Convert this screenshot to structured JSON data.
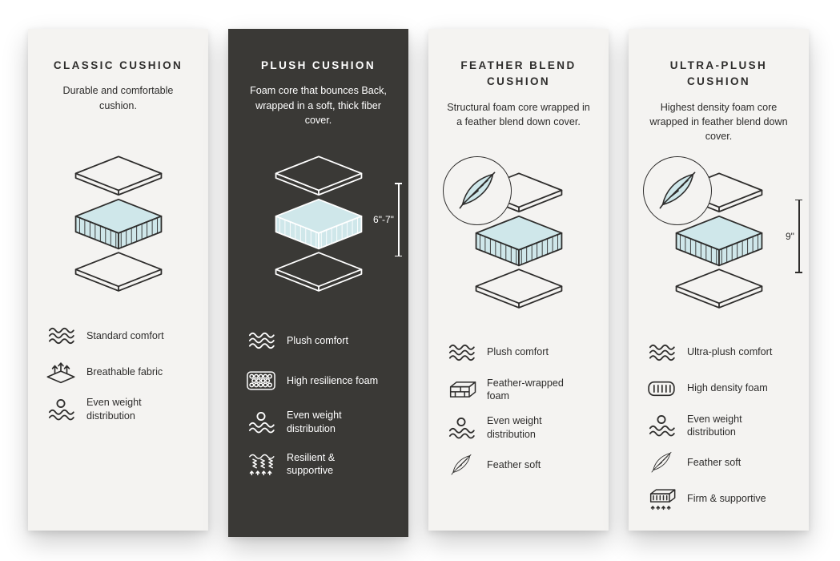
{
  "colors": {
    "page_bg": "#ffffff",
    "card_light": "#f4f3f1",
    "card_dark": "#3a3936",
    "foam_blue": "#cfe7ea",
    "ink": "#2e2d2c"
  },
  "cards": [
    {
      "title": "CLASSIC CUSHION",
      "description": "Durable and comfortable cushion.",
      "theme": "light",
      "illustration": {
        "graphic": "layered-cushion",
        "feather_badge": false,
        "measure": ""
      },
      "features": [
        {
          "icon": "waves-icon",
          "label": "Standard comfort"
        },
        {
          "icon": "breathable-fabric-icon",
          "label": "Breathable fabric"
        },
        {
          "icon": "even-weight-icon",
          "label": "Even weight distribution"
        }
      ]
    },
    {
      "title": "PLUSH CUSHION",
      "description": "Foam core that bounces Back, wrapped in a soft, thick fiber cover.",
      "theme": "dark",
      "illustration": {
        "graphic": "layered-cushion",
        "feather_badge": false,
        "measure": "6\"-7\""
      },
      "features": [
        {
          "icon": "waves-icon",
          "label": "Plush comfort"
        },
        {
          "icon": "foam-cells-icon",
          "label": "High resilience foam"
        },
        {
          "icon": "even-weight-icon",
          "label": "Even weight distribution"
        },
        {
          "icon": "springs-icon",
          "label": "Resilient & supportive"
        }
      ]
    },
    {
      "title": "FEATHER BLEND CUSHION",
      "description": "Structural foam core wrapped in a feather blend down cover.",
      "theme": "light",
      "illustration": {
        "graphic": "layered-cushion",
        "feather_badge": true,
        "measure": ""
      },
      "features": [
        {
          "icon": "waves-icon",
          "label": "Plush comfort"
        },
        {
          "icon": "bricks-icon",
          "label": "Feather-wrapped foam"
        },
        {
          "icon": "even-weight-icon",
          "label": "Even weight distribution"
        },
        {
          "icon": "feather-icon",
          "label": "Feather soft"
        }
      ]
    },
    {
      "title": "ULTRA-PLUSH CUSHION",
      "description": "Highest density foam core wrapped in feather blend down cover.",
      "theme": "light",
      "illustration": {
        "graphic": "layered-cushion",
        "feather_badge": true,
        "measure": "9\""
      },
      "features": [
        {
          "icon": "waves-icon",
          "label": "Ultra-plush comfort"
        },
        {
          "icon": "foam-density-icon",
          "label": "High density foam"
        },
        {
          "icon": "even-weight-icon",
          "label": "Even weight distribution"
        },
        {
          "icon": "feather-icon",
          "label": "Feather soft"
        },
        {
          "icon": "firm-support-icon",
          "label": "Firm & supportive"
        }
      ]
    }
  ]
}
